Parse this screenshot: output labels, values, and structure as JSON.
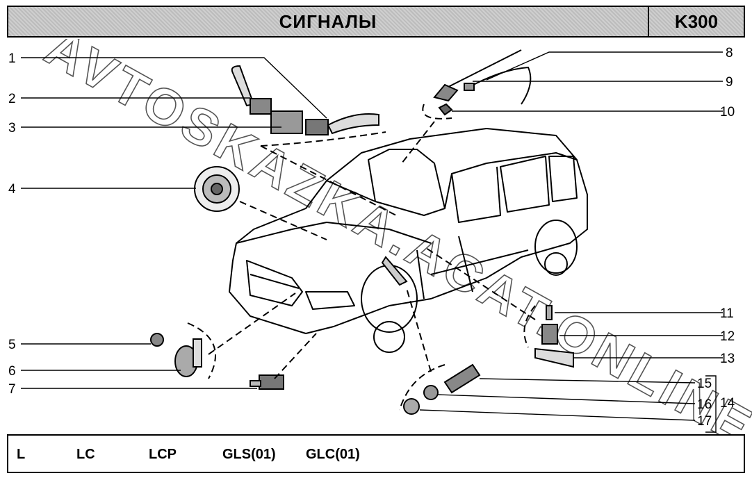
{
  "header": {
    "title": "СИГНАЛЫ",
    "code": "K300"
  },
  "callouts": [
    "1",
    "2",
    "3",
    "4",
    "5",
    "6",
    "7",
    "8",
    "9",
    "10",
    "11",
    "12",
    "13",
    "15",
    "14",
    "16",
    "17"
  ],
  "watermark": "AVTOSKAZKA.ACAT.ONLINE",
  "footer": {
    "trims": [
      "L",
      "LC",
      "LCP",
      "GLS(01)",
      "GLC(01)"
    ]
  }
}
